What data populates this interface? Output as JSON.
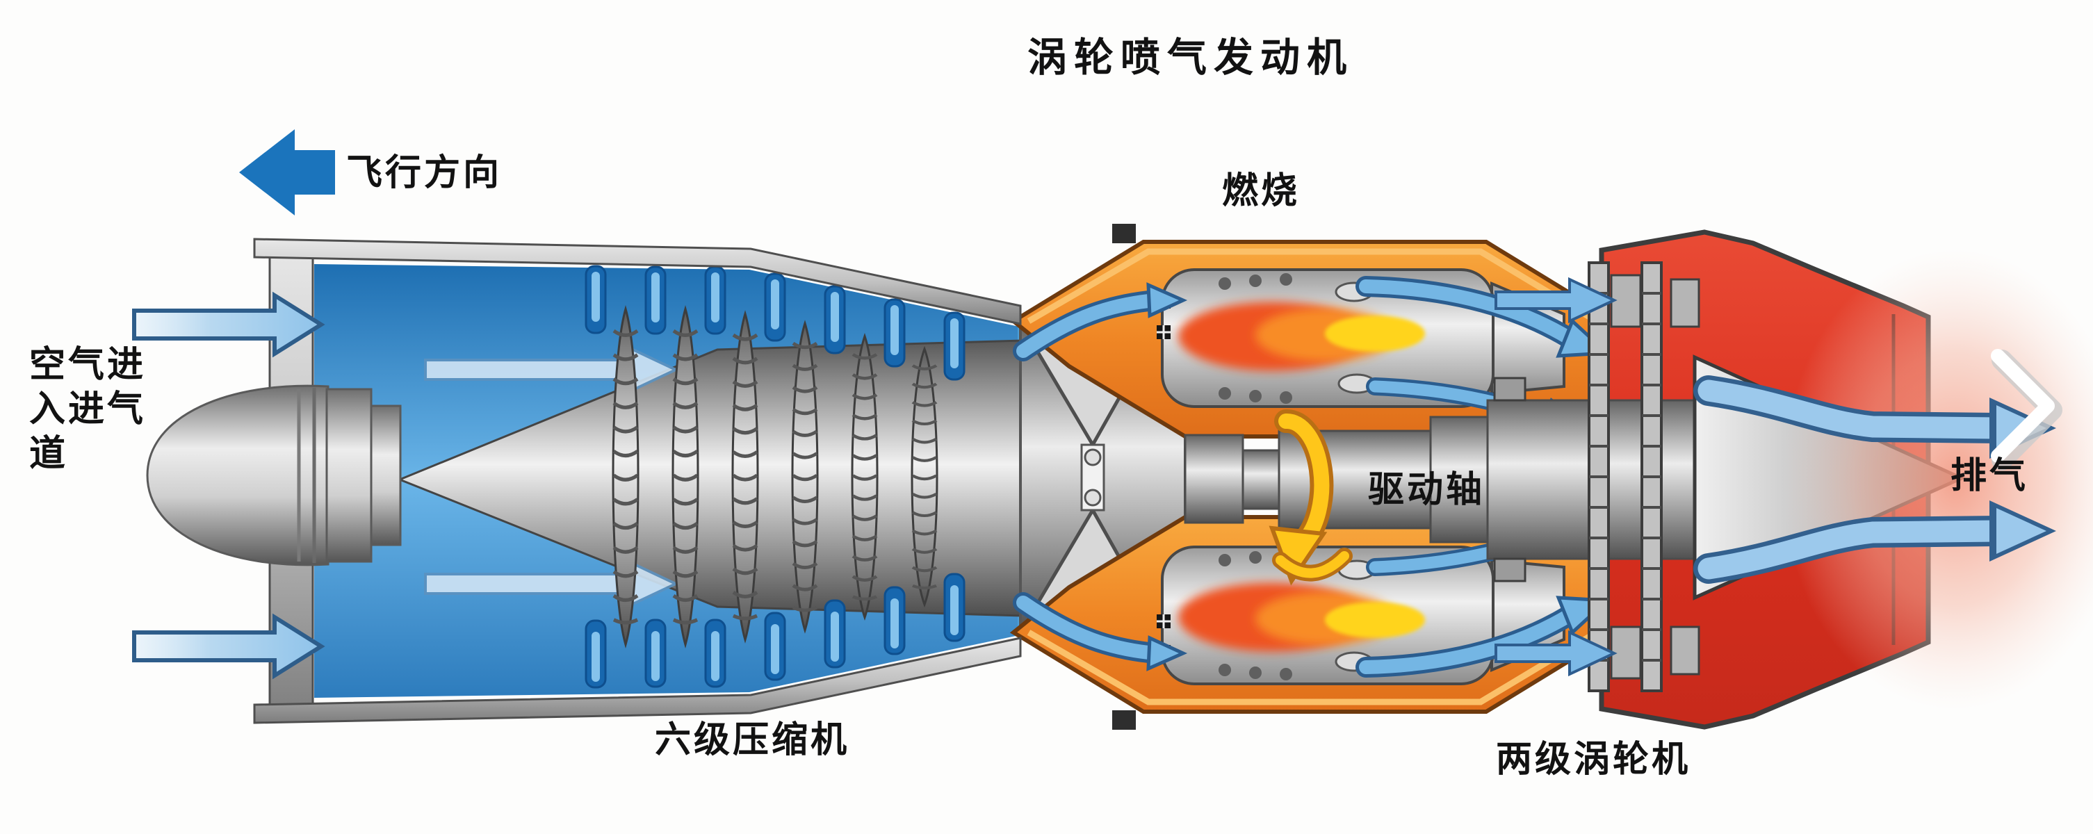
{
  "title": "涡轮喷气发动机",
  "labels": {
    "flight_direction": "飞行方向",
    "air_intake_line1": "空气进",
    "air_intake_line2": "入进气",
    "air_intake_line3": "道",
    "combustion": "燃烧",
    "drive_shaft": "驱动轴",
    "compressor": "六级压缩机",
    "turbine": "两级涡轮机",
    "exhaust": "排气"
  },
  "colors": {
    "intake_blue": "#1e6fb2",
    "flow_arrow_blue": "#9cc9ec",
    "flight_arrow_blue": "#1b74bc",
    "combustor_orange": "#ef8625",
    "flame_red": "#ee5222",
    "flame_yellow": "#ffd41c",
    "hot_section_red": "#da2f1e",
    "exhaust_glow_pink": "#f2937b",
    "rotation_arrow_yellow": "#ffc61a",
    "metal_grey": "#bdbdbd",
    "text_black": "#121212"
  },
  "icons": {
    "flight_direction_arrow": "left-arrow-icon",
    "intake_flow_arrows": "right-arrow-icon",
    "rotation_arrow": "rotation-arrow-icon",
    "exhaust_chevron": "chevron-right-icon"
  }
}
